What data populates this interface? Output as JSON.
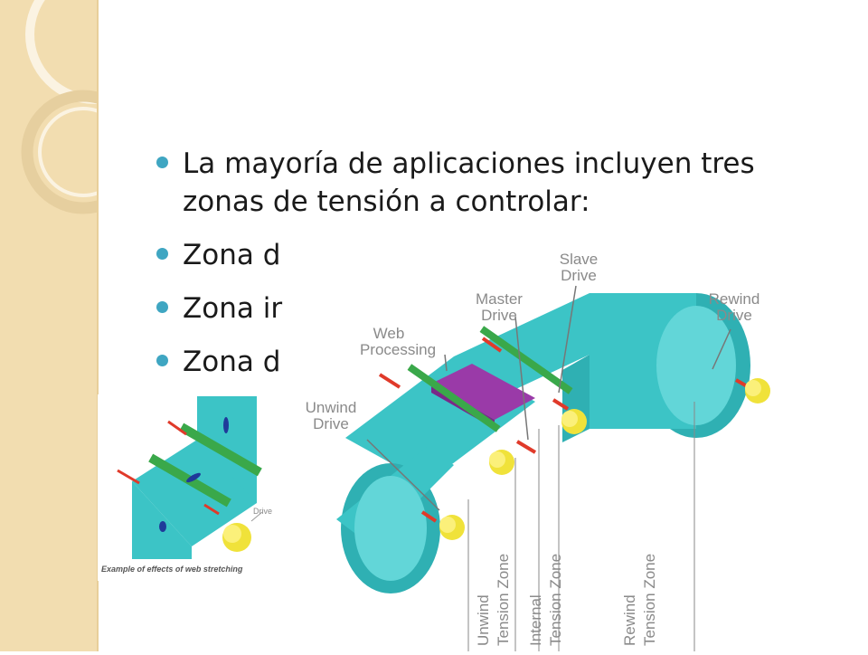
{
  "bullets": [
    "La mayoría de aplicaciones incluyen tres zonas de tensión a controlar:",
    "Zona d",
    "Zona ir",
    "Zona d"
  ],
  "diagram": {
    "labels": {
      "slave_drive": [
        "Slave",
        "Drive"
      ],
      "master_drive": [
        "Master",
        "Drive"
      ],
      "rewind_drive": [
        "Rewind",
        "Drive"
      ],
      "web_processing": [
        "Web",
        "Processing"
      ],
      "unwind_drive": [
        "Unwind",
        "Drive"
      ],
      "unwind_zone": [
        "Unwind",
        "Tension Zone"
      ],
      "internal_zone": [
        "Internal",
        "Tension Zone"
      ],
      "rewind_zone": [
        "Rewind",
        "Tension Zone"
      ]
    },
    "small_drive_label": "Drive",
    "caption": "Example of effects of web stretching"
  },
  "colors": {
    "web": "#3cc4c6",
    "roller": "#3aa84a",
    "shaft": "#e03a2a",
    "motor": "#f0e23a",
    "processing": "#9a3aa8",
    "bullet": "#3fa6c2",
    "strip": "#f2ddb0"
  }
}
